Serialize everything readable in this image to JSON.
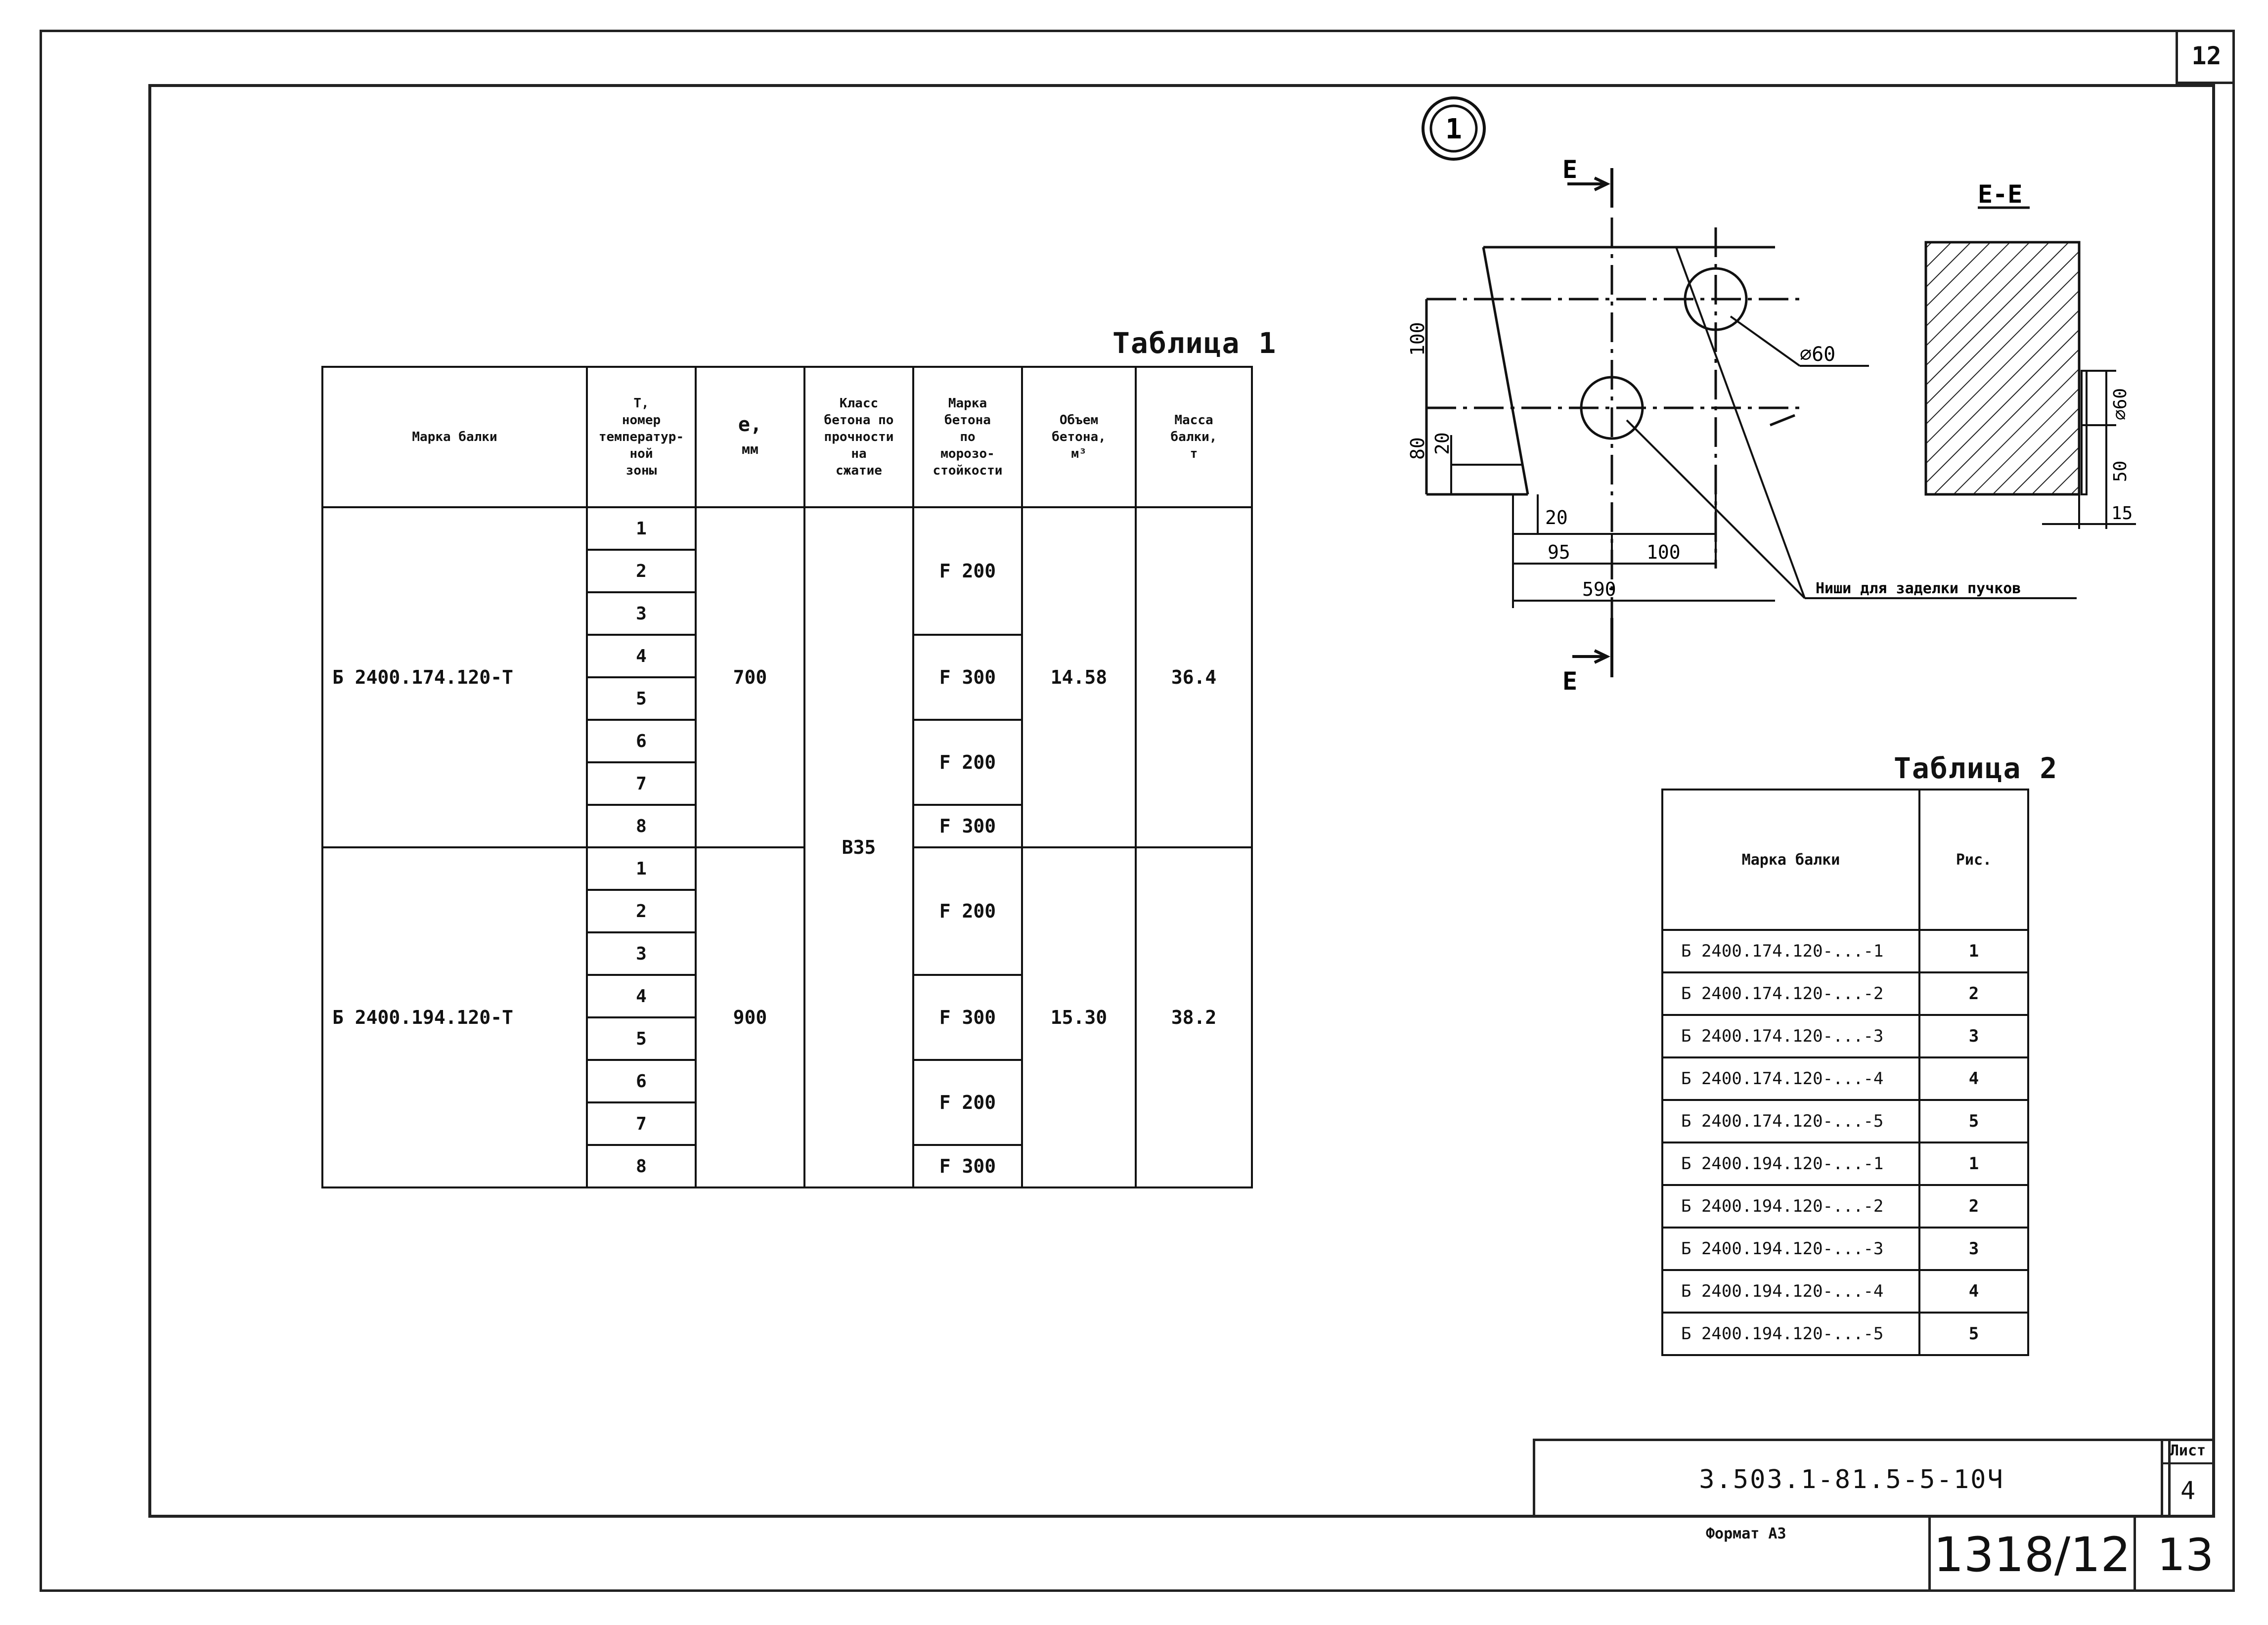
{
  "sheet_top_number": "12",
  "table1": {
    "caption": "Таблица 1",
    "headers": {
      "mark": "Марка балки",
      "zone": [
        "Т,",
        "номер",
        "температур-",
        "ной",
        "зоны"
      ],
      "e": [
        "е,",
        "мм"
      ],
      "concrete_class": [
        "Класс",
        "бетона по",
        "прочности",
        "на",
        "сжатие"
      ],
      "frost": [
        "Марка",
        "бетона",
        "по",
        "морозо-",
        "стойкости"
      ],
      "volume": [
        "Объем",
        "бетона,",
        "м³"
      ],
      "mass": [
        "Масса",
        "балки,",
        "т"
      ]
    },
    "rows": [
      {
        "mark": "Б 2400.174.120-Т",
        "zones": [
          "1",
          "2",
          "3",
          "4",
          "5",
          "6",
          "7",
          "8"
        ],
        "e": "700",
        "frost": [
          "F 200",
          "F 300",
          "F 200",
          "F 300"
        ],
        "volume": "14.58",
        "mass": "36.4"
      },
      {
        "mark": "Б 2400.194.120-Т",
        "zones": [
          "1",
          "2",
          "3",
          "4",
          "5",
          "6",
          "7",
          "8"
        ],
        "e": "900",
        "frost": [
          "F 200",
          "F 300",
          "F 200",
          "F 300"
        ],
        "volume": "15.30",
        "mass": "38.2"
      }
    ],
    "concrete_class_value": "В35"
  },
  "table2": {
    "caption": "Таблица 2",
    "headers": {
      "mark": "Марка балки",
      "fig": "Рис."
    },
    "rows": [
      {
        "mark": "Б 2400.174.120-...-1",
        "fig": "1"
      },
      {
        "mark": "Б 2400.174.120-...-2",
        "fig": "2"
      },
      {
        "mark": "Б 2400.174.120-...-3",
        "fig": "3"
      },
      {
        "mark": "Б 2400.174.120-...-4",
        "fig": "4"
      },
      {
        "mark": "Б 2400.174.120-...-5",
        "fig": "5"
      },
      {
        "mark": "Б 2400.194.120-...-1",
        "fig": "1"
      },
      {
        "mark": "Б 2400.194.120-...-2",
        "fig": "2"
      },
      {
        "mark": "Б 2400.194.120-...-3",
        "fig": "3"
      },
      {
        "mark": "Б 2400.194.120-...-4",
        "fig": "4"
      },
      {
        "mark": "Б 2400.194.120-...-5",
        "fig": "5"
      }
    ]
  },
  "drawing": {
    "detail_number": "1",
    "section_letter": "Е",
    "section_title": "Е-Е",
    "diameter_label": "⌀60",
    "diameter_label_vertical": "⌀60",
    "dims": {
      "d100_v": "100",
      "d80_v": "80",
      "d20_v": "20",
      "d20_h": "20",
      "d95": "95",
      "d100_h": "100",
      "d590": "590",
      "d50": "50",
      "d15": "15"
    },
    "callout": "Ниши для заделки пучков"
  },
  "title_block": {
    "code": "3.503.1-81.5-5-10Ч",
    "sheet_label": "Лист",
    "sheet_number": "4",
    "format": "Формат А3",
    "stamp": "1318/12",
    "page_number": "13"
  }
}
